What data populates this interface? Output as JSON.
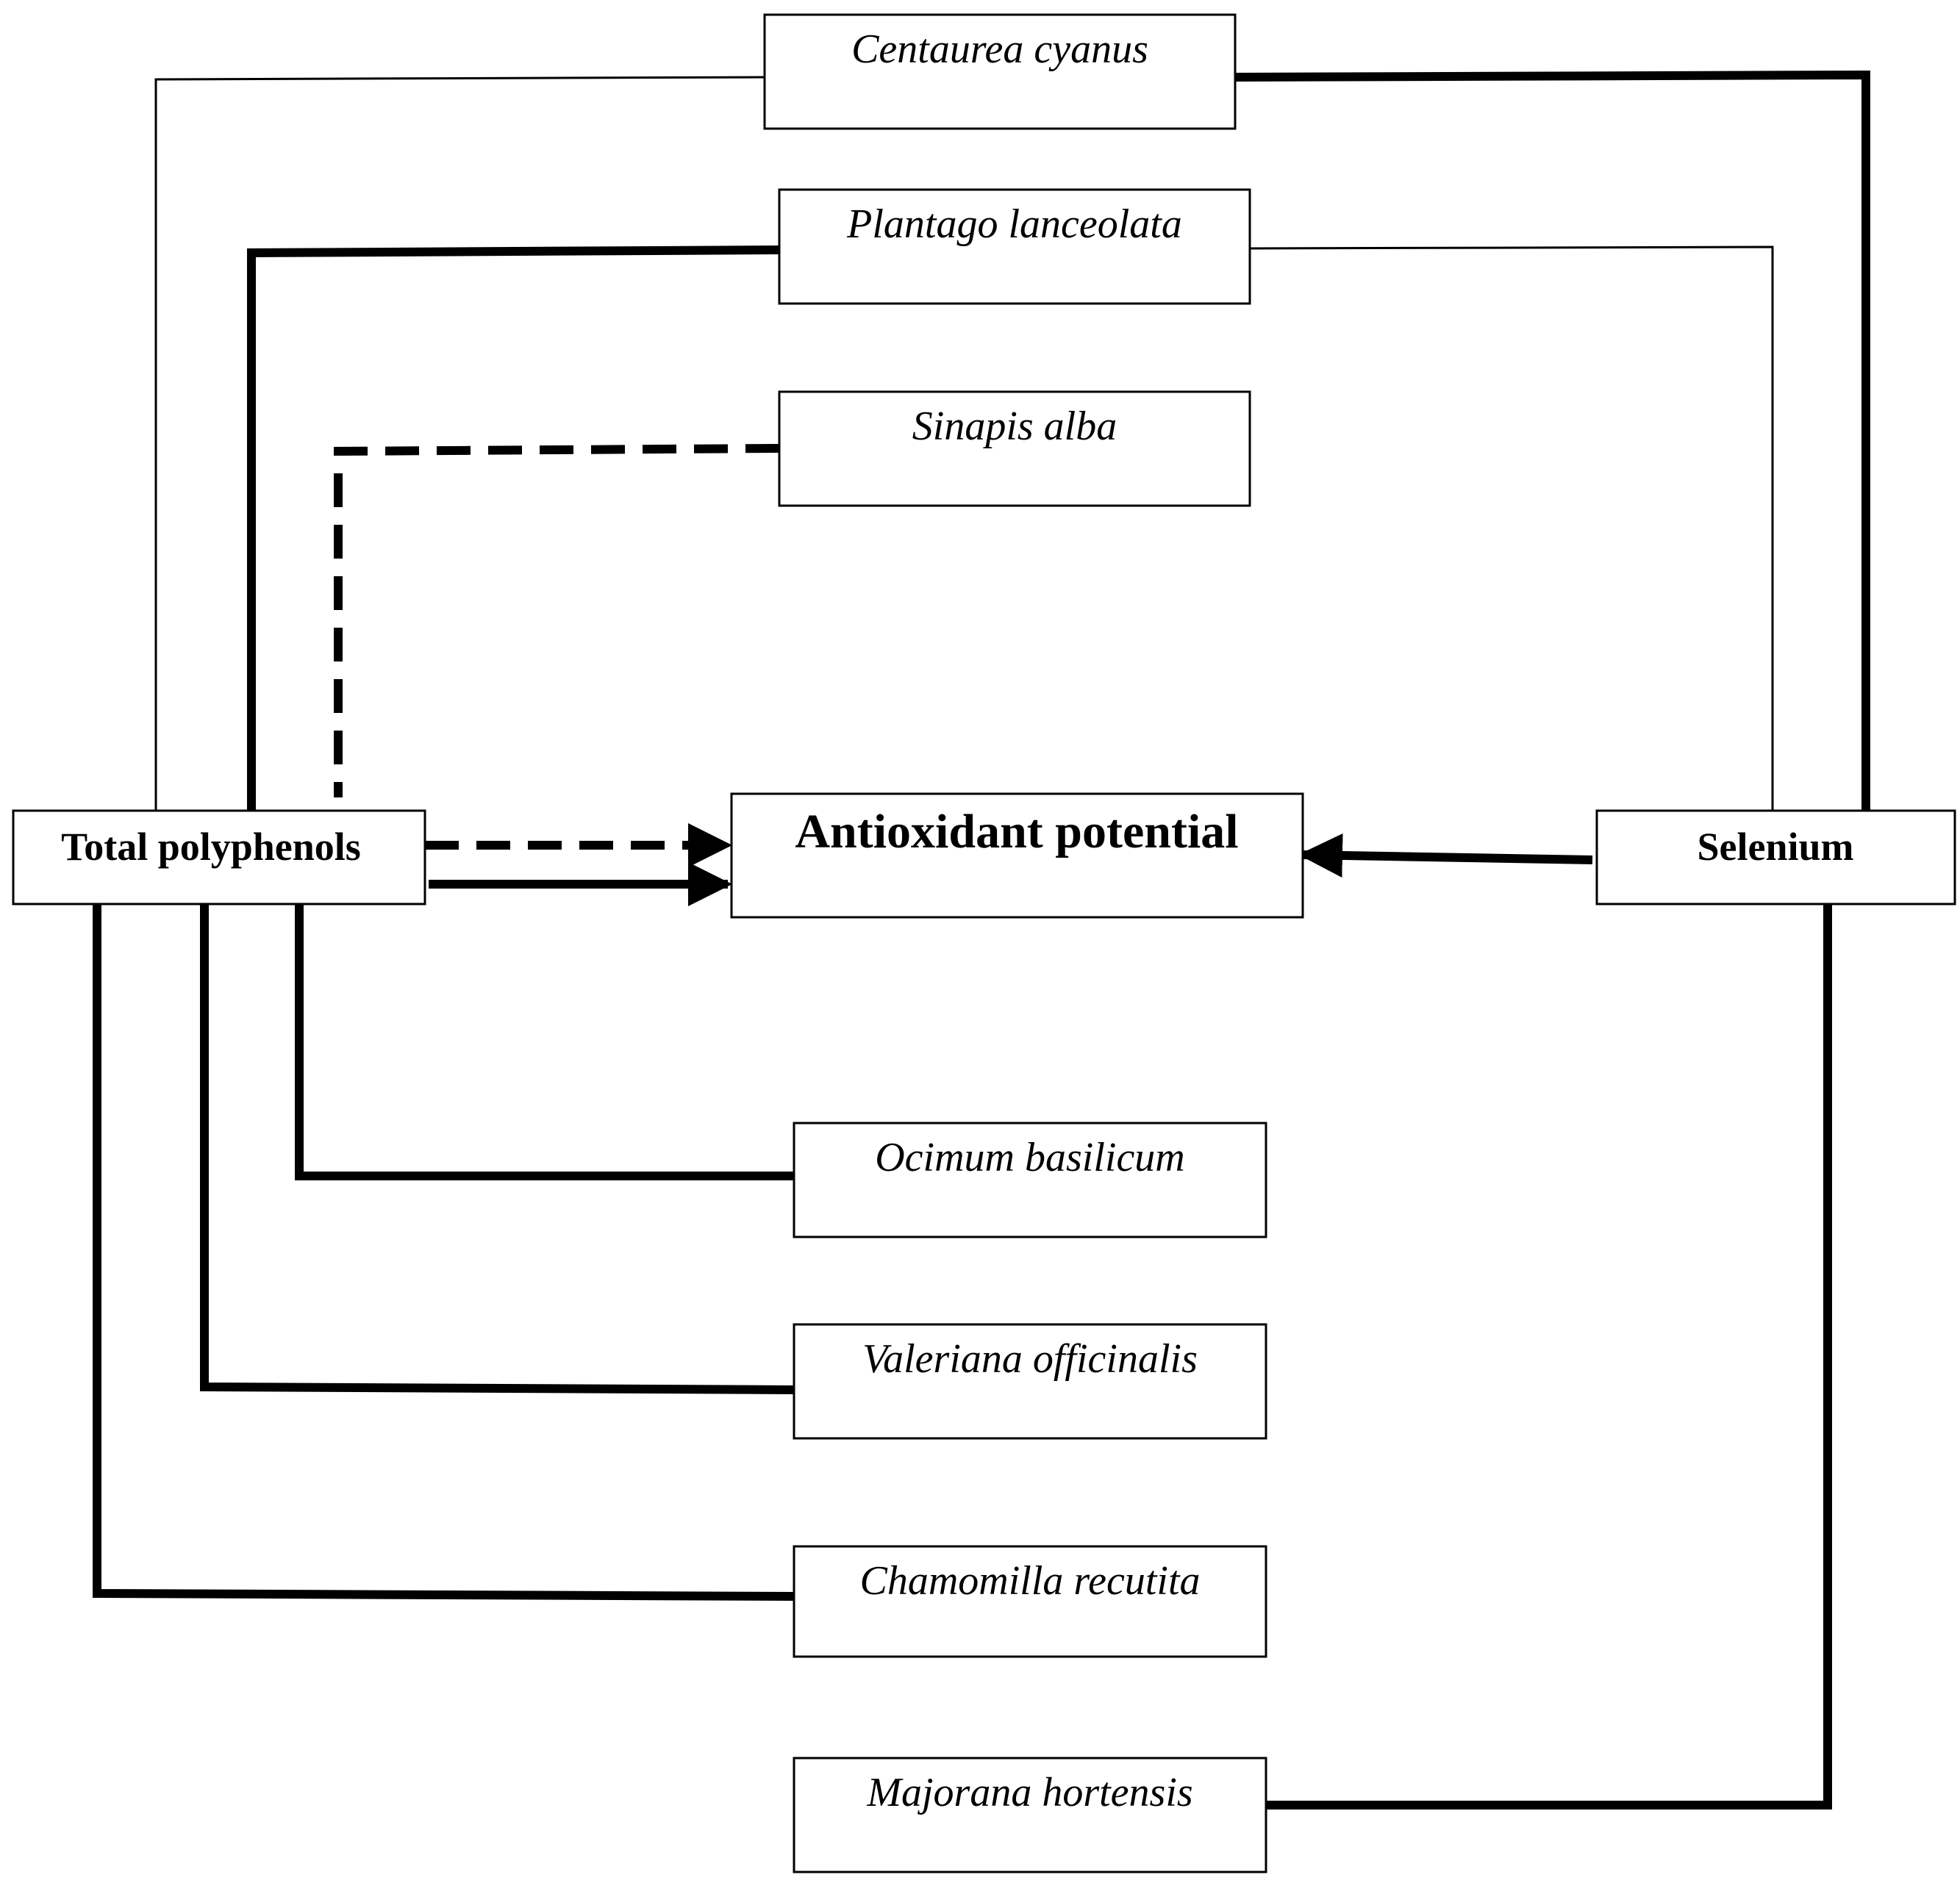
{
  "hubs": {
    "polyphenols": "Total polyphenols",
    "selenium": "Selenium",
    "antioxidant": "Antioxidant potential"
  },
  "plants": {
    "centaurea": "Centaurea cyanus",
    "plantago": "Plantago lanceolata",
    "sinapis": "Sinapis alba",
    "ocimum": "Ocimum basilicum",
    "valeriana": "Valeriana officinalis",
    "chamomilla": "Chamomilla recutita",
    "majorana": "Majorana hortensis"
  }
}
